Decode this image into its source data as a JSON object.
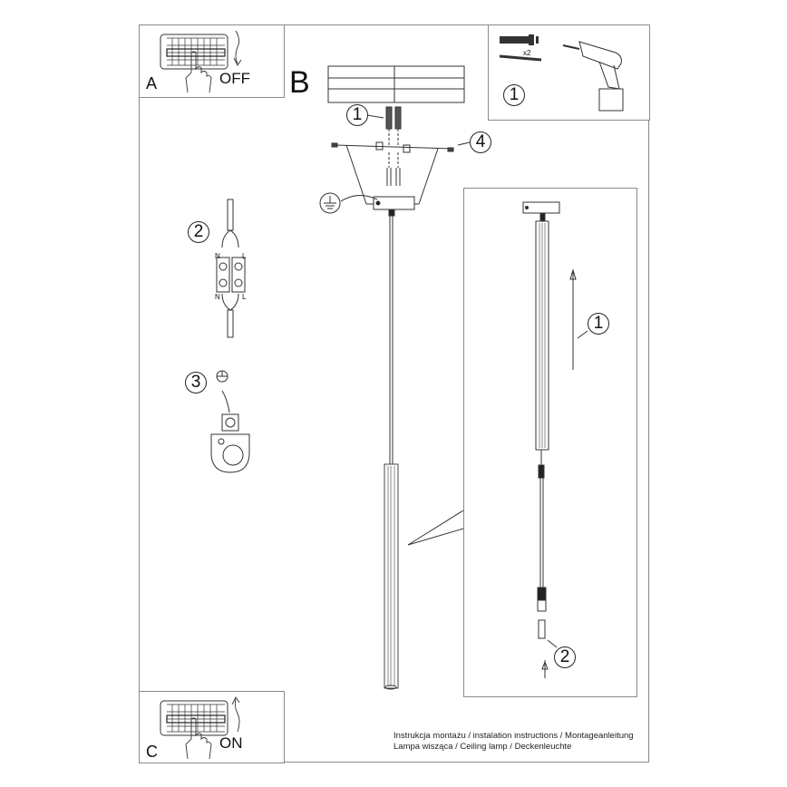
{
  "sections": {
    "a": {
      "letter": "A",
      "label": "OFF"
    },
    "b": {
      "letter": "B"
    },
    "c": {
      "letter": "C",
      "label": "ON"
    }
  },
  "tools_box": {
    "step": "1",
    "quantity": "x2"
  },
  "main_steps": {
    "step1": "1",
    "step4": "4"
  },
  "side_steps": {
    "step2": "2",
    "step3": "3",
    "wire_labels": {
      "n_top": "N",
      "l_top": "L",
      "n_bottom": "N",
      "l_bottom": "L"
    }
  },
  "detail_panel": {
    "step1": "1",
    "step2": "2"
  },
  "caption": {
    "line1": "Instrukcja montażu / instalation instructions / Montageanleitung",
    "line2": "Lampa wisząca / Ceiling lamp / Deckenleuchte"
  },
  "colors": {
    "line": "#222222",
    "frame": "#8a8a8a",
    "background": "#ffffff"
  }
}
